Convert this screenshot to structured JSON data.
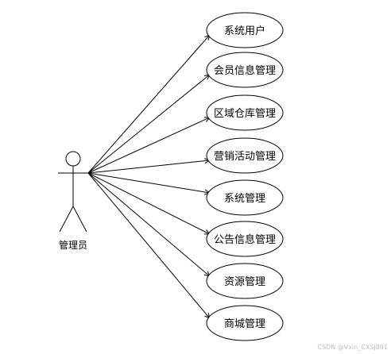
{
  "actor": {
    "label": "管理员"
  },
  "use_cases": [
    {
      "label": "系统用户"
    },
    {
      "label": "会员信息管理"
    },
    {
      "label": "区域仓库管理"
    },
    {
      "label": "营销活动管理"
    },
    {
      "label": "系统管理"
    },
    {
      "label": "公告信息管理"
    },
    {
      "label": "资源管理"
    },
    {
      "label": "商城管理"
    }
  ],
  "watermark": "CSDN @Vxin_CXSJ881",
  "colors": {
    "stroke": "#000000",
    "background": "#ffffff",
    "watermark": "#bdbdbd"
  }
}
